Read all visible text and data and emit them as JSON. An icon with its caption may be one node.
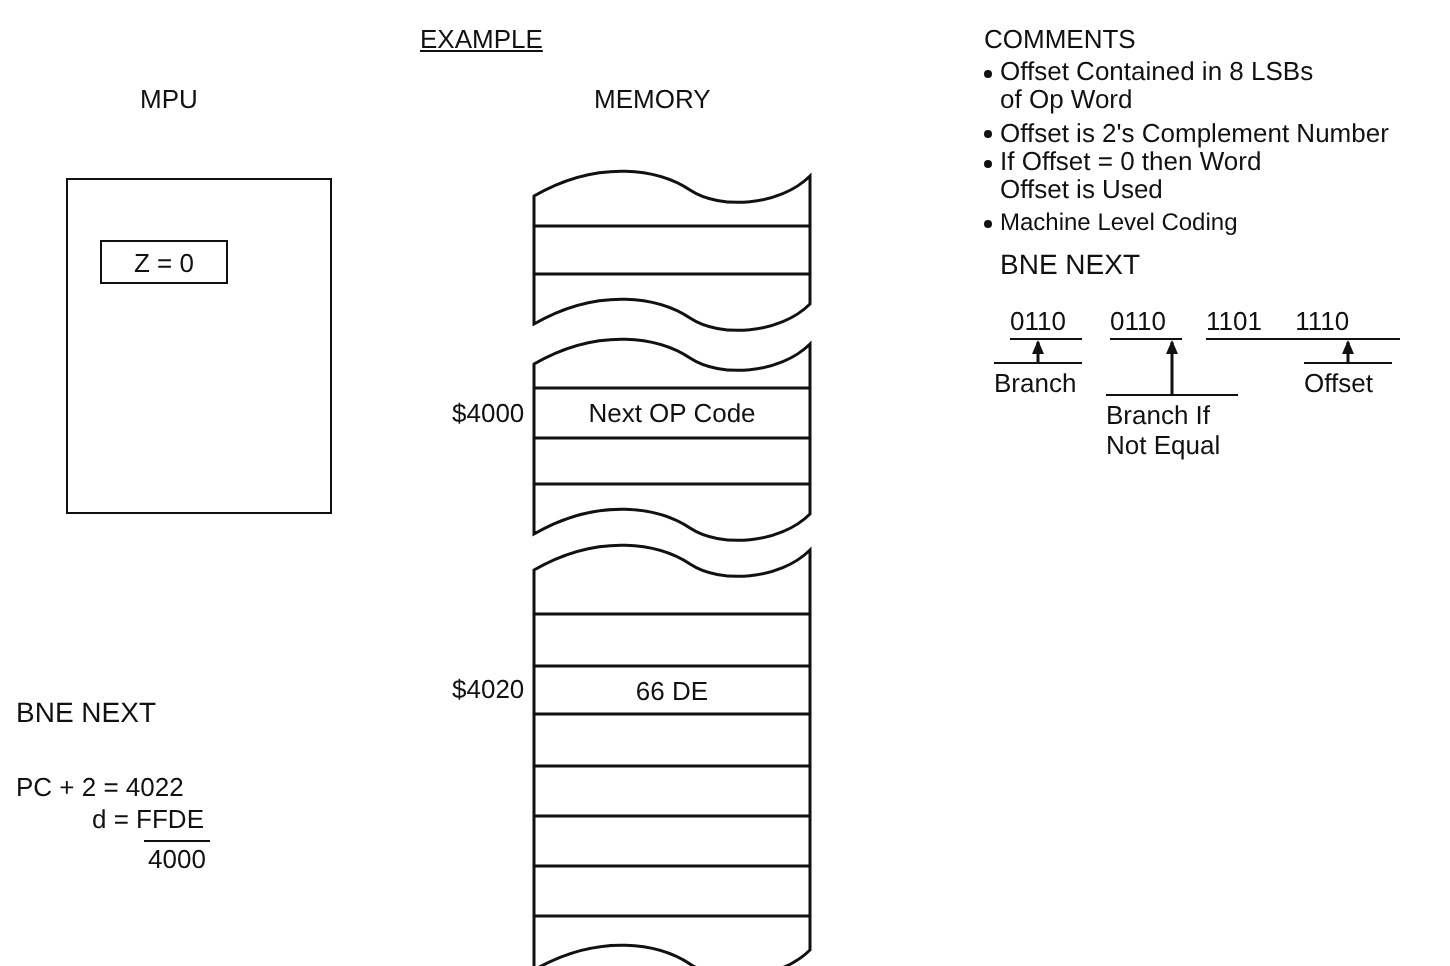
{
  "diagram": {
    "title": "EXAMPLE",
    "nodes": [
      {
        "text": [
          "MPU"
        ]
      },
      {
        "text": [
          "Z = 0"
        ],
        "in": 0
      },
      {
        "text": [
          "Next OP Code"
        ],
        "beside": [
          "$4000"
        ]
      },
      {
        "text": [
          "66 DE"
        ]
      },
      {
        "text": [
          "0110"
        ]
      },
      {
        "text": [
          "0110"
        ]
      },
      {
        "text": [
          "1101",
          "1110"
        ]
      },
      {
        "text": [
          "Branch"
        ]
      },
      {
        "text": [
          "Branch If Not Equal"
        ]
      },
      {
        "text": [
          "Offset"
        ]
      }
    ],
    "edges": [
      {
        "from": 7,
        "to": 4,
        "arrow": "to"
      },
      {
        "from": 8,
        "to": 5,
        "arrow": "to"
      },
      {
        "from": 9,
        "to": 6,
        "arrow": "to"
      }
    ],
    "labels": [
      "MEMORY",
      "COMMENTS",
      "Offset Contained in 8 LSBs of Op Word",
      "Offset is 2's Complement Number",
      "If Offset = 0 then Word Offset is Used",
      "Machine Level Coding",
      "BNE NEXT",
      "BNE NEXT",
      "PC + 2 = 4022",
      "d = FFDE",
      "4000",
      "$4020"
    ]
  }
}
